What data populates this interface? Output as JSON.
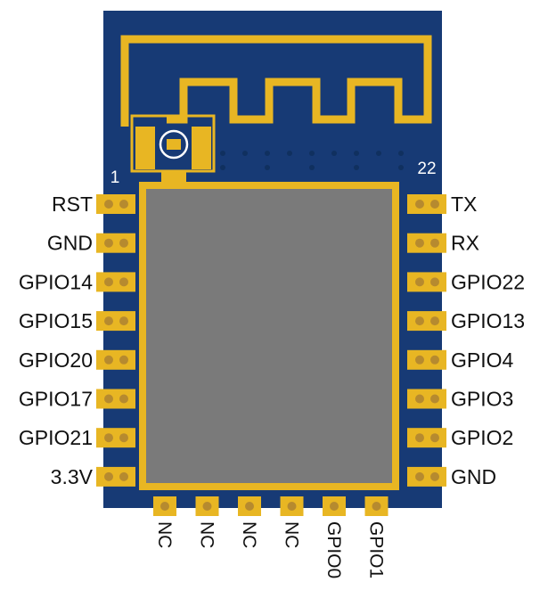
{
  "colors": {
    "board": "#173a75",
    "board_dark": "#10305f",
    "gold": "#e8b623",
    "gold_edge": "#c8961a",
    "pad_hole": "#b68a2f",
    "chip": "#7a7a7a",
    "label": "#111111",
    "pin_number": "#ffffff"
  },
  "pin_numbers": {
    "first": "1",
    "last": "22"
  },
  "left_pins": [
    "RST",
    "GND",
    "GPIO14",
    "GPIO15",
    "GPIO20",
    "GPIO17",
    "GPIO21",
    "3.3V"
  ],
  "right_pins": [
    "TX",
    "RX",
    "GPIO22",
    "GPIO13",
    "GPIO4",
    "GPIO3",
    "GPIO2",
    "GND"
  ],
  "bottom_pins": [
    "NC",
    "NC",
    "NC",
    "NC",
    "GPIO0",
    "GPIO1"
  ]
}
